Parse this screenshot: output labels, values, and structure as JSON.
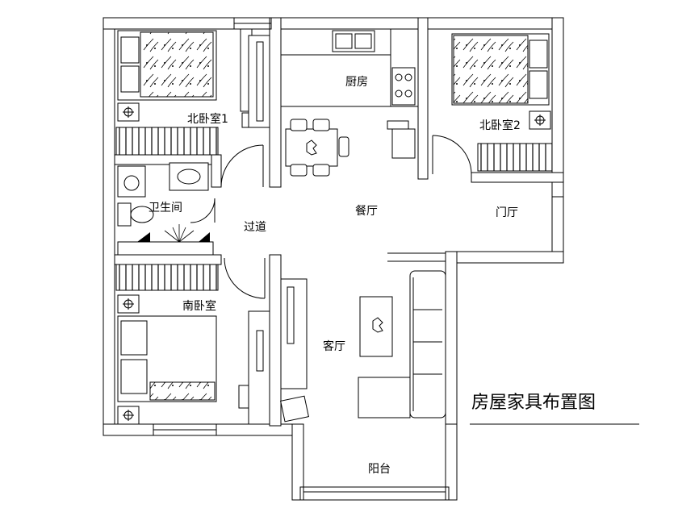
{
  "title": "房屋家具布置图",
  "rooms": {
    "north_bedroom_1": "北卧室1",
    "north_bedroom_2": "北卧室2",
    "kitchen": "厨房",
    "bathroom": "卫生间",
    "corridor": "过道",
    "dining": "餐厅",
    "entrance": "门厅",
    "south_bedroom": "南卧室",
    "living": "客厅",
    "balcony": "阳台"
  }
}
